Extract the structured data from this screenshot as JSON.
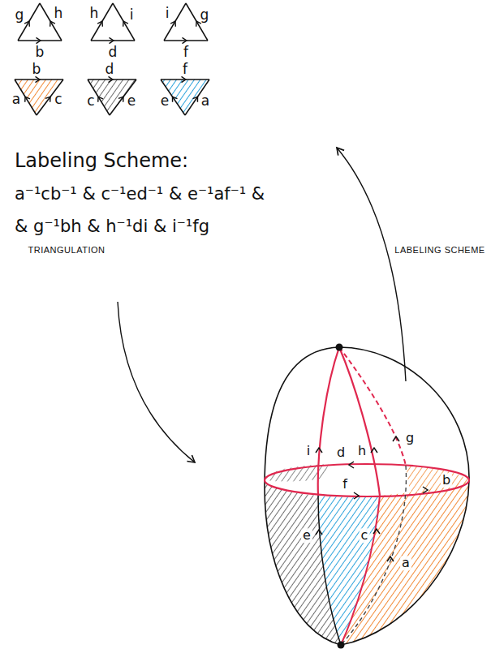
{
  "diagram": {
    "labels": [
      "g",
      "h",
      "b",
      "h",
      "i",
      "d",
      "i",
      "g",
      "f",
      "b",
      "a",
      "c",
      "d",
      "c",
      "e",
      "f",
      "e",
      "a",
      "Labeling Scheme:",
      "a⁻¹cb⁻¹ & c⁻¹ed⁻¹ & e⁻¹af⁻¹ &",
      "& g⁻¹bh & h⁻¹di & i⁻¹fg",
      "TRIANGULATION",
      "LABELING SCHEME",
      "i",
      "h",
      "g",
      "d",
      "f",
      "b",
      "e",
      "c",
      "a"
    ]
  }
}
